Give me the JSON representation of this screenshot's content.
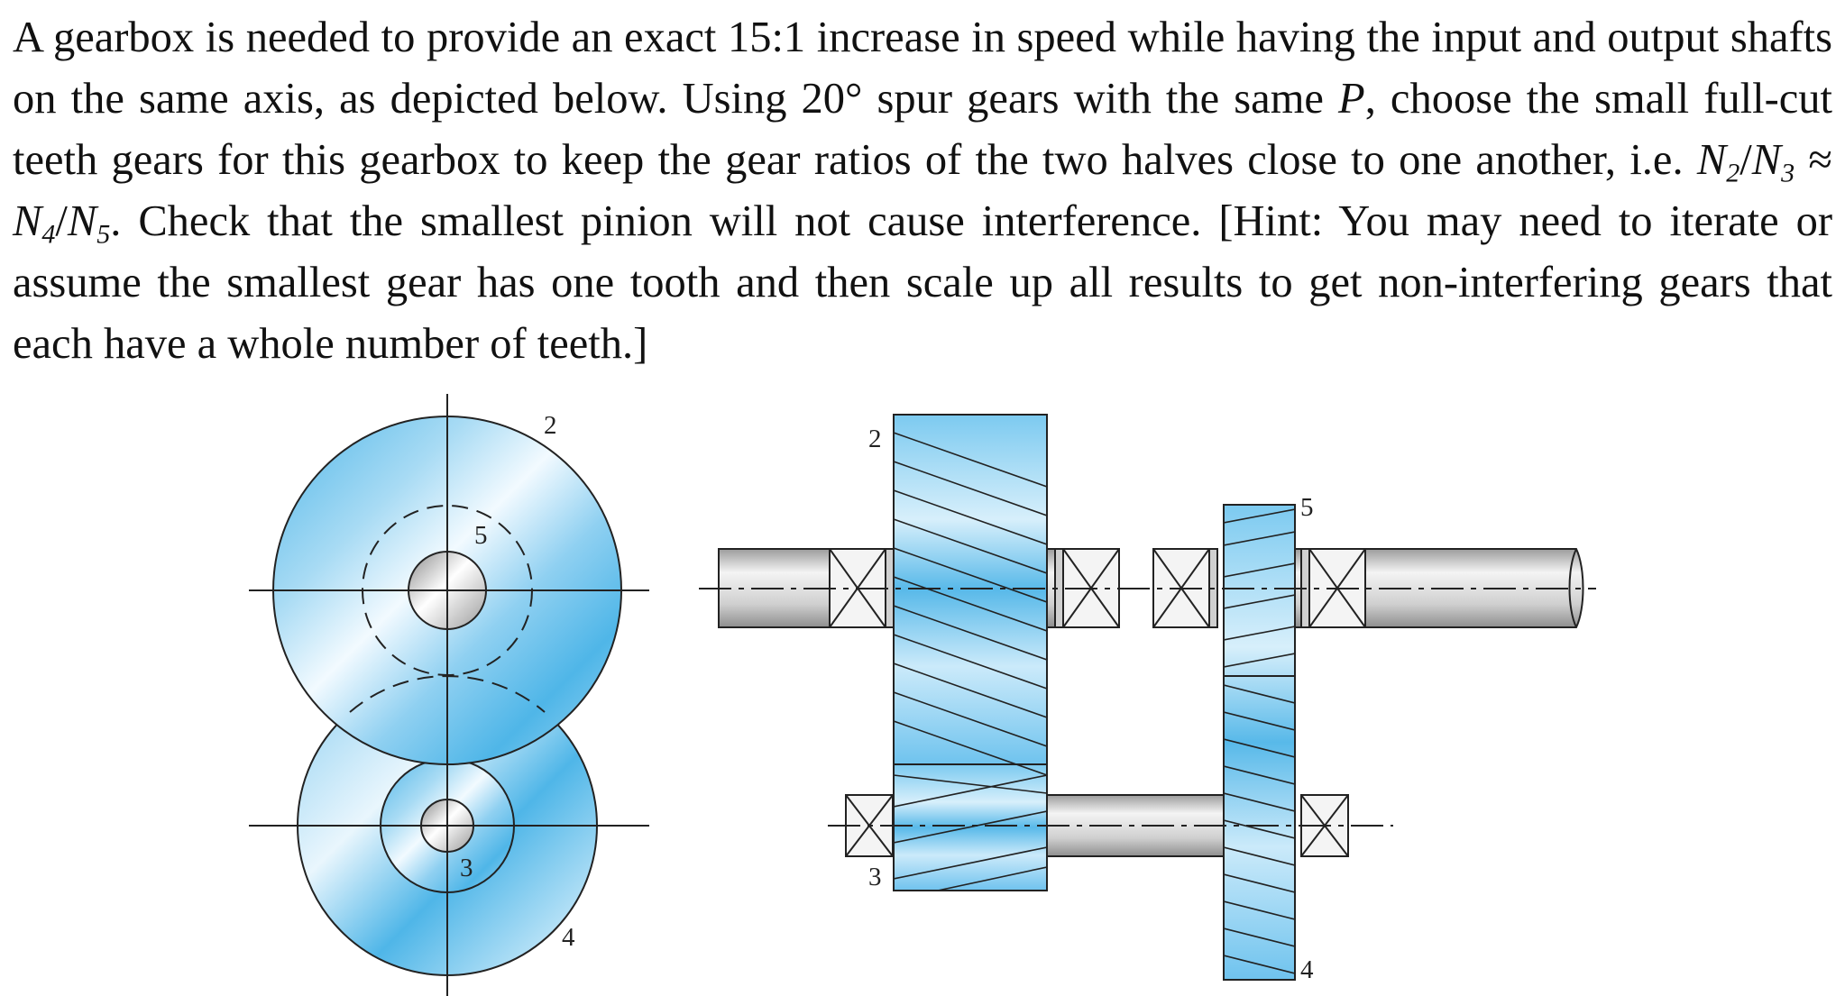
{
  "problem": {
    "part1": "A gearbox is needed to provide an exact 15:1 increase in speed while having the input and output shafts on the same axis, as depicted below. Using 20° spur gears with the same ",
    "var_P": "P",
    "part2": ", choose the small full-cut teeth gears for this gearbox to keep the gear ratios of the two halves close to one another, i.e. ",
    "N": "N",
    "sub2": "2",
    "slash1": "/",
    "sub3": "3",
    "approx": " ≈ ",
    "sub4": "4",
    "slash2": "/",
    "sub5": "5",
    "part3": ". Check that the smallest pinion will not cause interference. [Hint: You may need to iterate or assume the smallest gear has one tooth and then scale up all results to get non-interfering gears that each have a whole number of teeth.]"
  },
  "figure": {
    "front_labels": {
      "gear2": "2",
      "gear5": "5",
      "gear3": "3",
      "gear4": "4"
    },
    "side_labels": {
      "gear2": "2",
      "gear3": "3",
      "gear5": "5",
      "gear4": "4"
    },
    "colors": {
      "gear_light": "#e9f6fd",
      "gear_mid": "#9fd6f2",
      "gear_dark": "#4fb6e8",
      "shaft": "#c9c9c9",
      "line": "#222222"
    }
  }
}
